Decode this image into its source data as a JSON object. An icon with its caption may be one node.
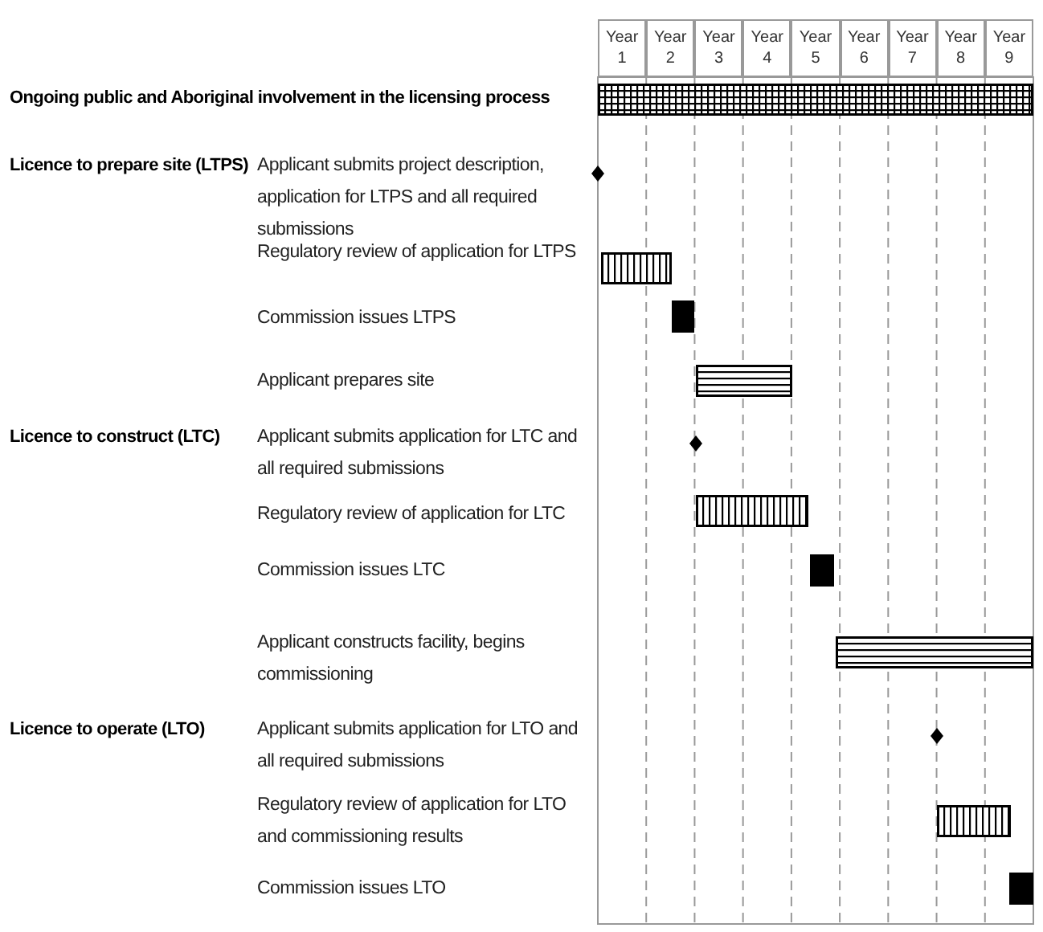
{
  "diagram": {
    "nodes": [
      {
        "text": [],
        "shape": "bar"
      },
      {
        "text": [],
        "shape": "diamond"
      },
      {
        "text": [],
        "shape": "bar"
      },
      {
        "text": [],
        "shape": "box"
      },
      {
        "text": [],
        "shape": "bar"
      },
      {
        "text": [],
        "shape": "diamond"
      },
      {
        "text": [],
        "shape": "bar"
      },
      {
        "text": [],
        "shape": "box"
      },
      {
        "text": [],
        "shape": "bar"
      },
      {
        "text": [],
        "shape": "diamond"
      },
      {
        "text": [],
        "shape": "bar"
      },
      {
        "text": [],
        "shape": "box"
      }
    ],
    "labels": [
      "Year 1",
      "Year 2",
      "Year 3",
      "Year 4",
      "Year 5",
      "Year 6",
      "Year 7",
      "Year 8",
      "Year 9",
      "Ongoing public and Aboriginal involvement in the licensing process",
      "Licence to prepare site (LTPS)",
      "Applicant submits project description, application for LTPS and all required submissions",
      "Regulatory review of application for LTPS",
      "Commission issues LTPS",
      "Applicant prepares site",
      "Licence to construct (LTC)",
      "Applicant submits application for LTC and all required submissions",
      "Regulatory review of application for LTC",
      "Commission issues LTC",
      "Applicant constructs facility, begins commissioning",
      "Licence to operate (LTO)",
      "Applicant submits application for LTO and all required submissions",
      "Regulatory review of application for LTO and commissioning results",
      "Commission issues LTO"
    ]
  }
}
